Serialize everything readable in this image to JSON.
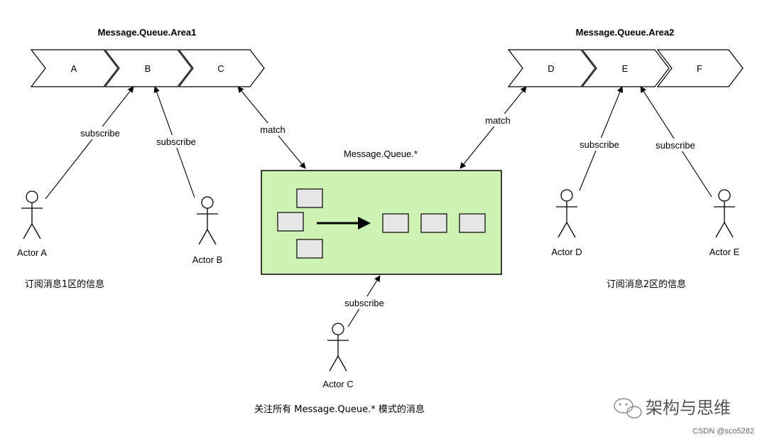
{
  "areas": {
    "area1": {
      "title": "Message.Queue.Area1",
      "queues": [
        "A",
        "B",
        "C"
      ]
    },
    "area2": {
      "title": "Message.Queue.Area2",
      "queues": [
        "D",
        "E",
        "F"
      ]
    }
  },
  "center": {
    "title": "Message.Queue.*",
    "fill": "#cdf3b4"
  },
  "edges": {
    "subscribe": "subscribe",
    "match": "match"
  },
  "actors": {
    "a": "Actor A",
    "b": "Actor B",
    "c": "Actor C",
    "d": "Actor D",
    "e": "Actor E"
  },
  "notes": {
    "left": "订阅消息1区的信息",
    "right": "订阅消息2区的信息",
    "bottom": "关注所有 Message.Queue.* 模式的消息"
  },
  "watermark": {
    "brand": "架构与思维",
    "credit": "CSDN @sco5282"
  }
}
